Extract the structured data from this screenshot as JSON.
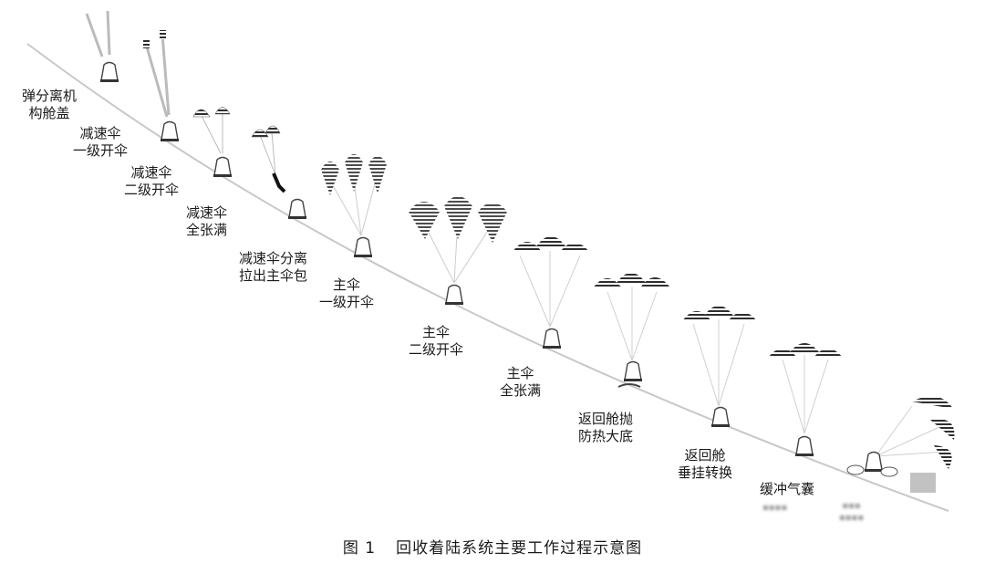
{
  "stages": [
    {
      "lines": [
        "弹分离机",
        "构舱盖"
      ]
    },
    {
      "lines": [
        "减速伞",
        "一级开伞"
      ]
    },
    {
      "lines": [
        "减速伞",
        "二级开伞"
      ]
    },
    {
      "lines": [
        "减速伞",
        "全张满"
      ]
    },
    {
      "lines": [
        "减速伞分离",
        "拉出主伞包"
      ]
    },
    {
      "lines": [
        "主伞",
        "一级开伞"
      ]
    },
    {
      "lines": [
        "主伞",
        "二级开伞"
      ]
    },
    {
      "lines": [
        "主伞",
        "全张满"
      ]
    },
    {
      "lines": [
        "返回舱抛",
        "防热大底"
      ]
    },
    {
      "lines": [
        "返回舱",
        "垂挂转换"
      ]
    },
    {
      "lines": [
        "缓冲气囊"
      ]
    }
  ],
  "caption": {
    "figure_number": "图 1",
    "title": "回收着陆系统主要工作过程示意图"
  },
  "colors": {
    "trajectory": "#c8c8c8",
    "canopy_stripe": "#2e2e2e",
    "capsule": "#ffffff",
    "text": "#1a1a1a"
  }
}
